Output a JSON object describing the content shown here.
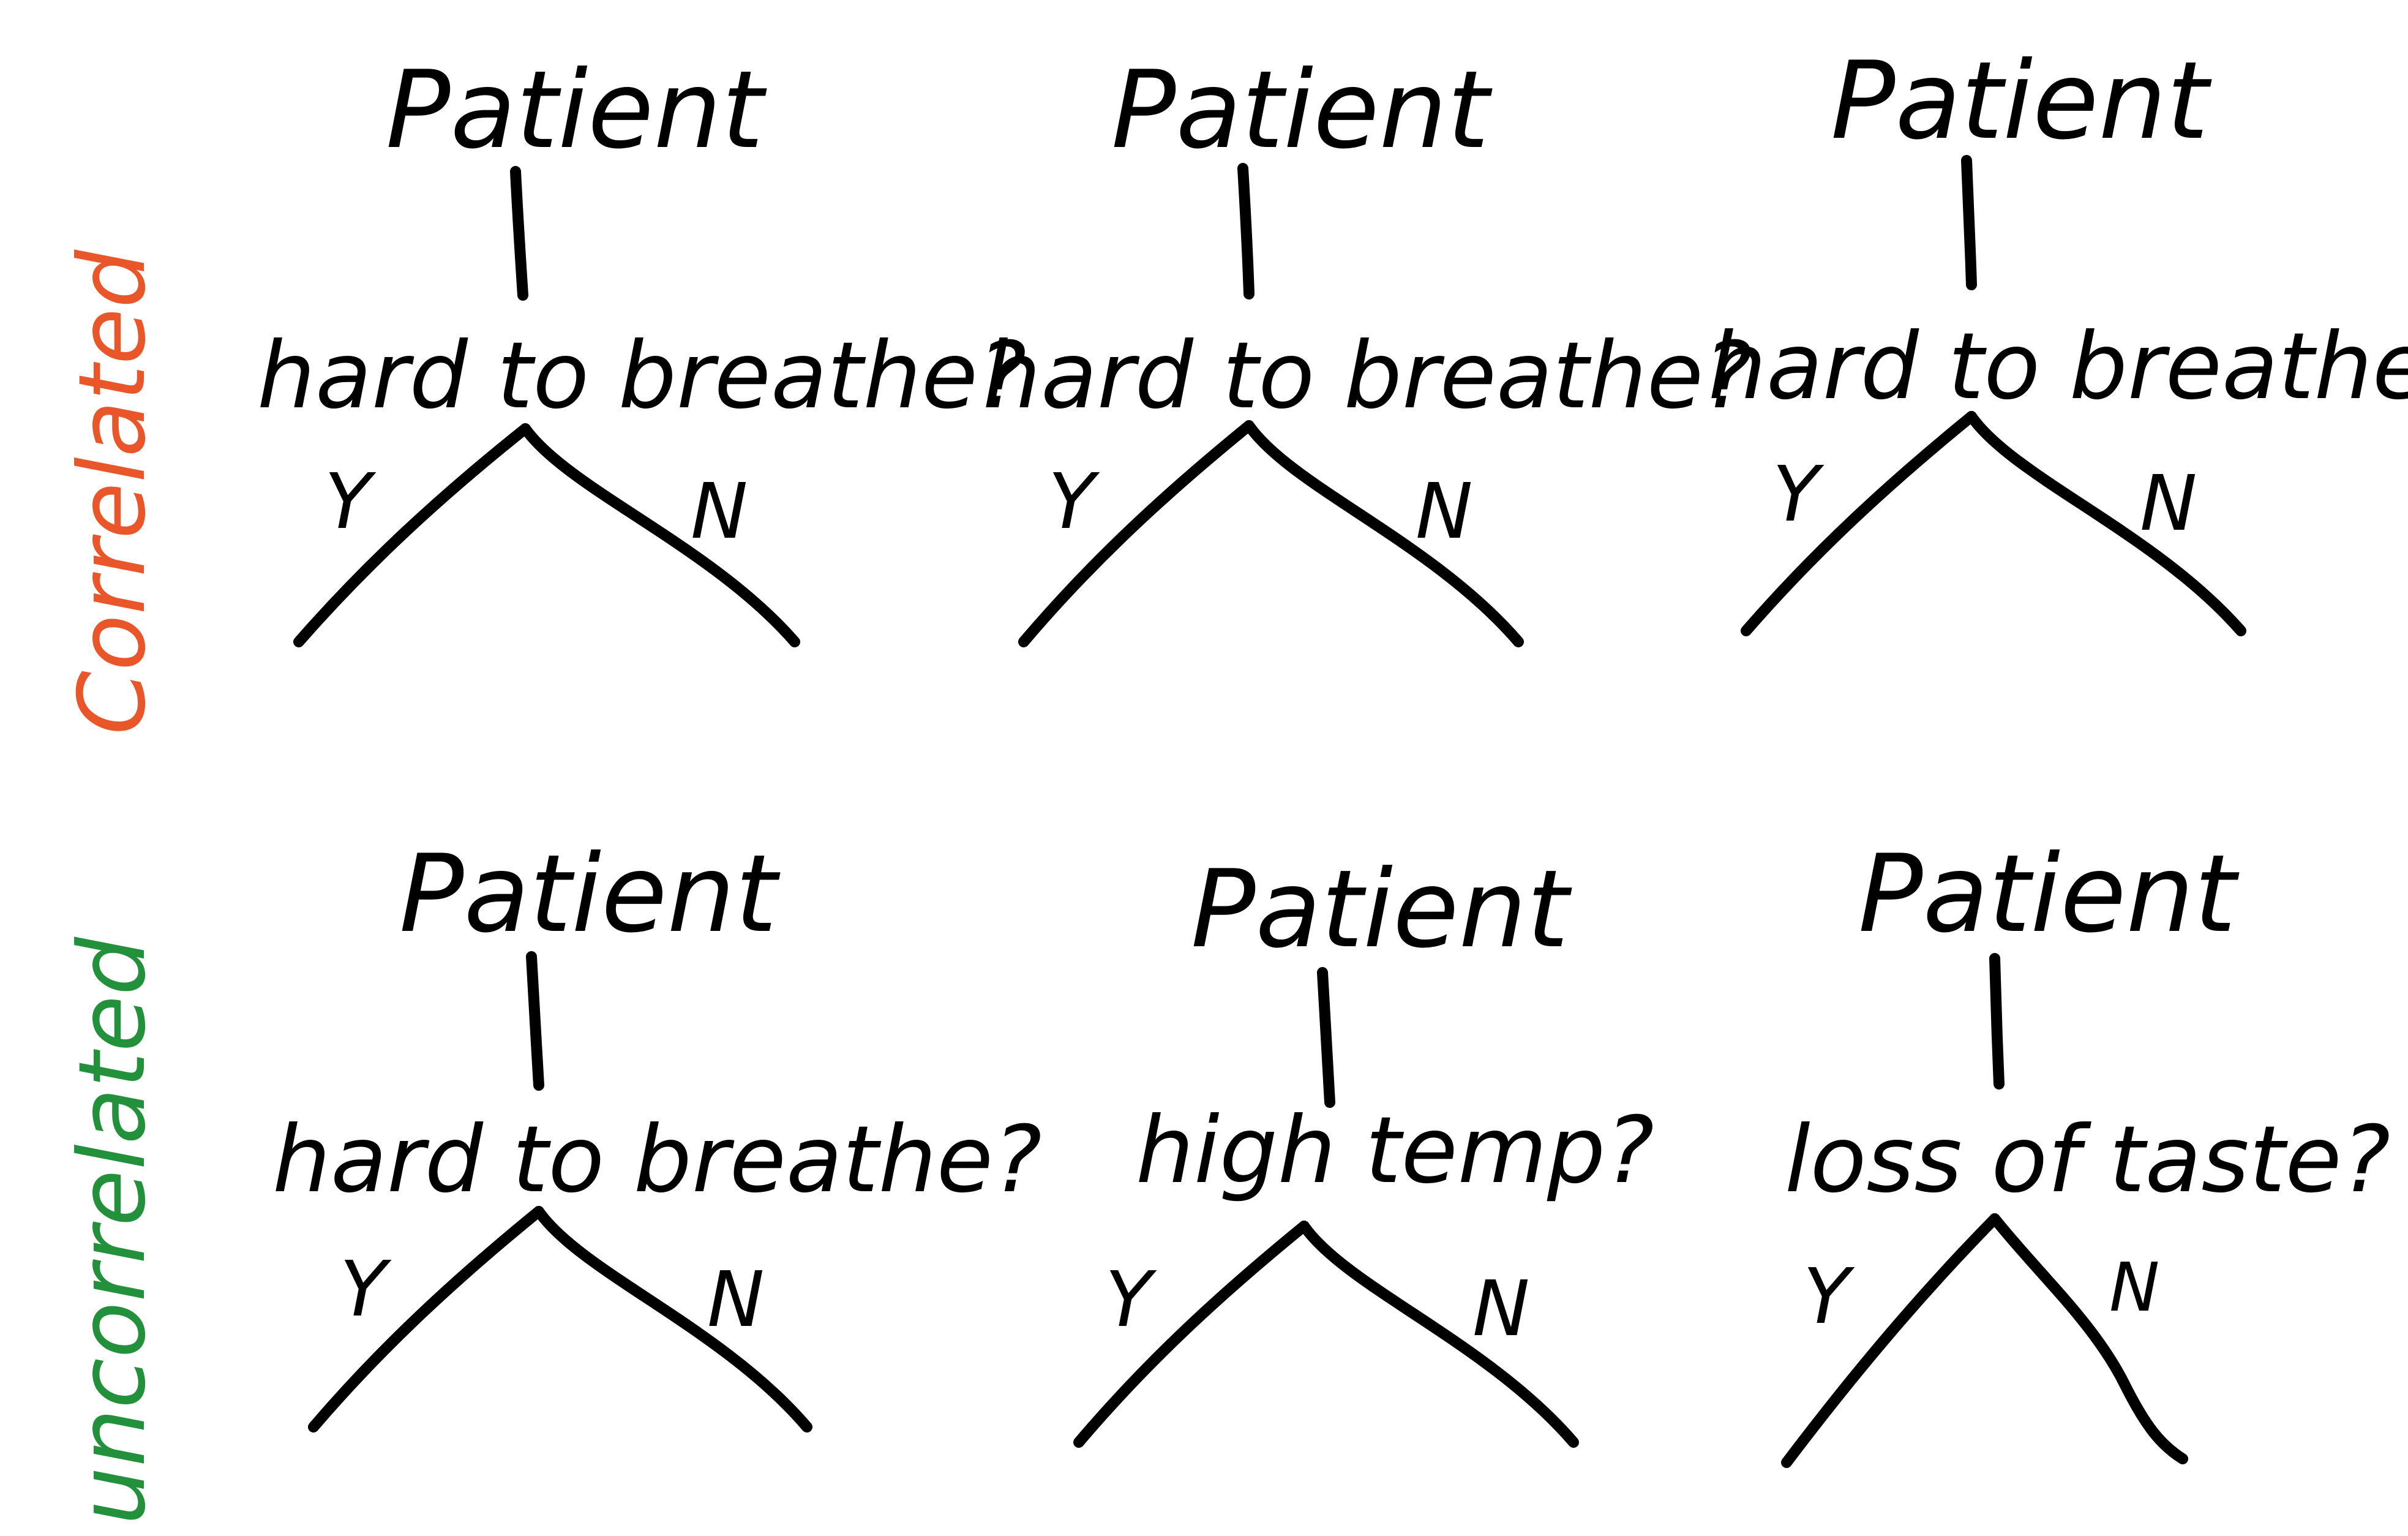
{
  "colors": {
    "ink": "#000000",
    "correlated": "#e8562a",
    "uncorrelated": "#23913c",
    "background": "#ffffff"
  },
  "row_labels": {
    "correlated": "Correlated",
    "uncorrelated": "uncorrelated"
  },
  "trees": [
    {
      "root": "Patient",
      "question": "hard to breathe?",
      "yes": "Y",
      "no": "N"
    },
    {
      "root": "Patient",
      "question": "hard to breathe?",
      "yes": "Y",
      "no": "N"
    },
    {
      "root": "Patient",
      "question": "hard to breathe?",
      "yes": "Y",
      "no": "N"
    },
    {
      "root": "Patient",
      "question": "hard to breathe?",
      "yes": "Y",
      "no": "N"
    },
    {
      "root": "Patient",
      "question": "high temp?",
      "yes": "Y",
      "no": "N"
    },
    {
      "root": "Patient",
      "question": "loss of taste?",
      "yes": "Y",
      "no": "N"
    }
  ]
}
